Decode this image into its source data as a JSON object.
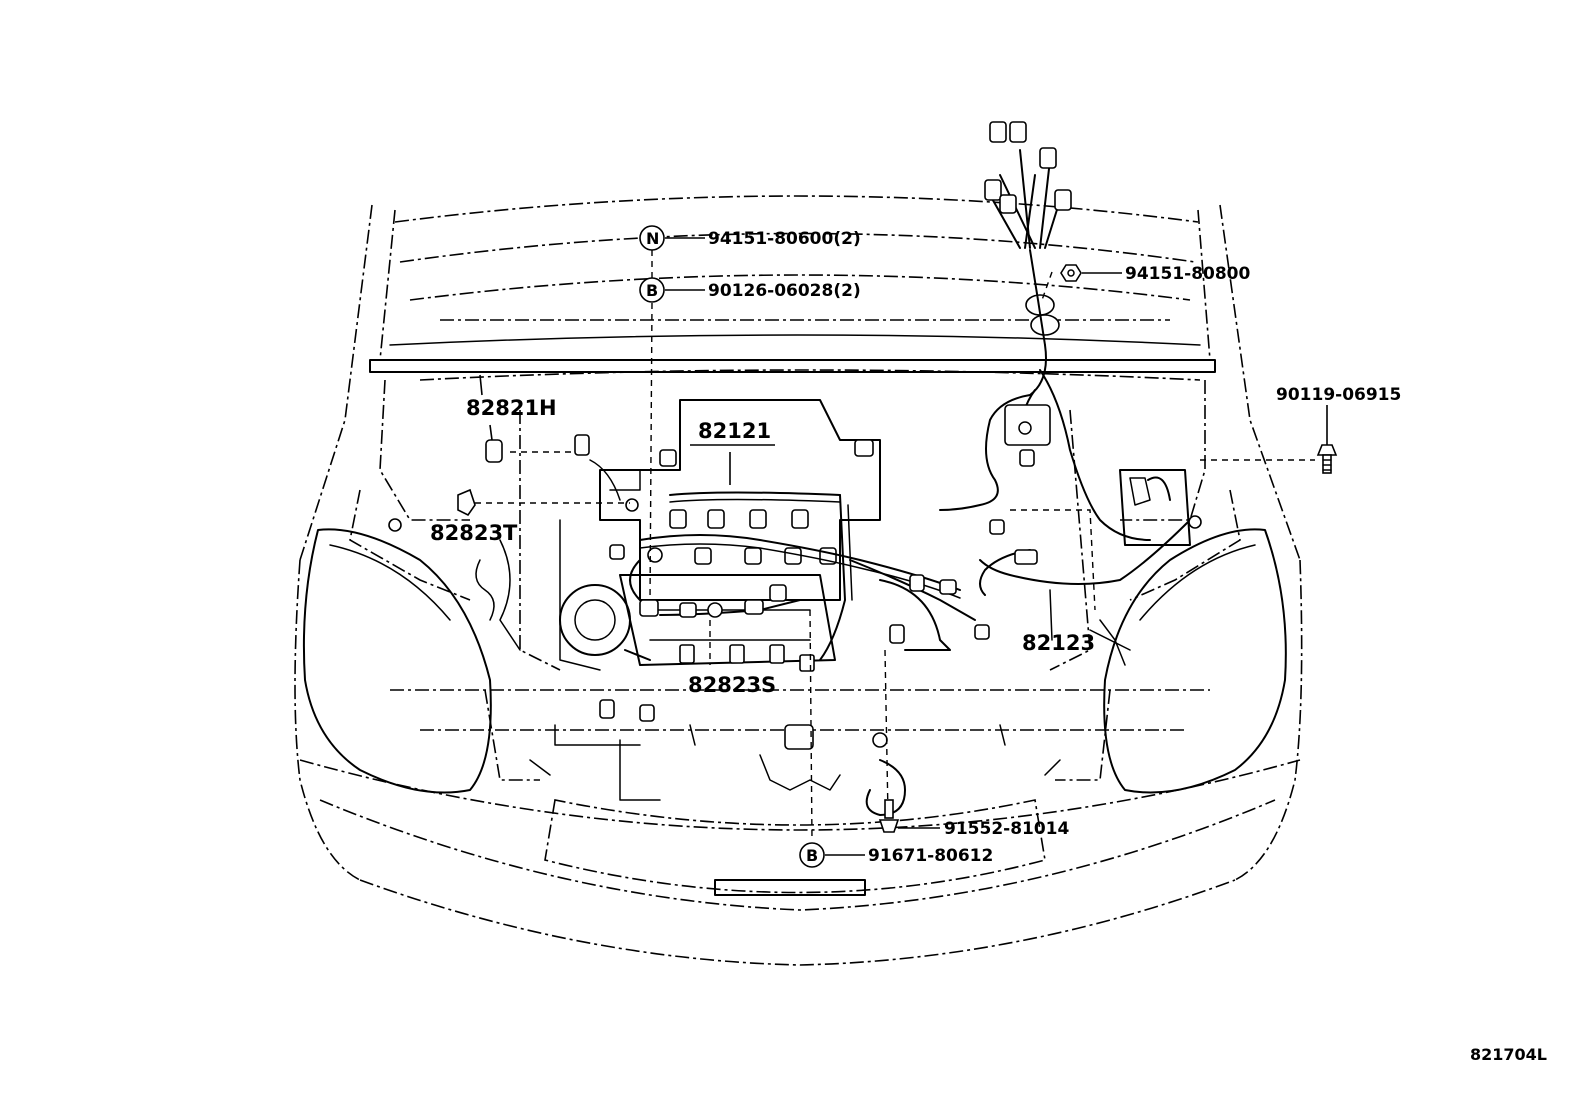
{
  "diagram_code": "821704L",
  "callouts": [
    {
      "id": "94151-80600",
      "text": "94151-80600(2)",
      "symbol": "N"
    },
    {
      "id": "90126-06028",
      "text": "90126-06028(2)",
      "symbol": "B"
    },
    {
      "id": "94151-80800",
      "text": "94151-80800",
      "symbol": ""
    },
    {
      "id": "90119-06915",
      "text": "90119-06915",
      "symbol": ""
    },
    {
      "id": "82821H",
      "text": "82821H",
      "symbol": ""
    },
    {
      "id": "82121",
      "text": "82121",
      "symbol": ""
    },
    {
      "id": "82823T",
      "text": "82823T",
      "symbol": ""
    },
    {
      "id": "82123",
      "text": "82123",
      "symbol": ""
    },
    {
      "id": "82823S",
      "text": "82823S",
      "symbol": ""
    },
    {
      "id": "91552-81014",
      "text": "91552-81014",
      "symbol": ""
    },
    {
      "id": "91671-80612",
      "text": "91671-80612",
      "symbol": "B"
    }
  ]
}
